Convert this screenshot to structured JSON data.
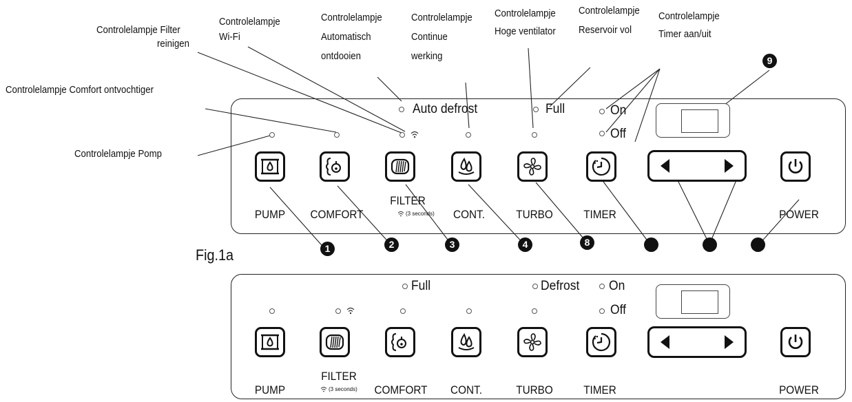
{
  "callouts": {
    "filter": [
      "Controlelampje Filter",
      "reinigen"
    ],
    "wifi": [
      "Controlelampje",
      "Wi-Fi"
    ],
    "defrost": [
      "Controlelampje",
      "Automatisch",
      "ontdooien"
    ],
    "continuous": [
      "Controlelampje",
      "Continue",
      "werking"
    ],
    "high_fan": [
      "Controlelampje",
      "Hoge ventilator"
    ],
    "tank_full": [
      "Controlelampje",
      "Reservoir vol"
    ],
    "timer": [
      "Controlelampje",
      "Timer aan/uit"
    ],
    "comfort": "Controlelampje Comfort ontvochtiger",
    "pump": "Controlelampje Pomp"
  },
  "figure_label": "Fig.1a",
  "top_panel": {
    "indicators": {
      "auto_defrost": "Auto defrost",
      "full": "Full",
      "on": "On",
      "off": "Off"
    },
    "buttons": {
      "pump": "PUMP",
      "comfort": "COMFORT",
      "filter": "FILTER",
      "cont": "CONT.",
      "turbo": "TURBO",
      "timer": "TIMER",
      "power": "POWER"
    },
    "filter_hint": "(3 seconds)"
  },
  "bottom_panel": {
    "indicators": {
      "full": "Full",
      "defrost": "Defrost",
      "on": "On",
      "off": "Off"
    },
    "buttons": {
      "pump": "PUMP",
      "filter": "FILTER",
      "comfort": "COMFORT",
      "cont": "CONT.",
      "turbo": "TURBO",
      "timer": "TIMER",
      "power": "POWER"
    },
    "filter_hint": "(3 seconds)"
  },
  "numbers": [
    "1",
    "2",
    "3",
    "4",
    "8",
    "9"
  ]
}
